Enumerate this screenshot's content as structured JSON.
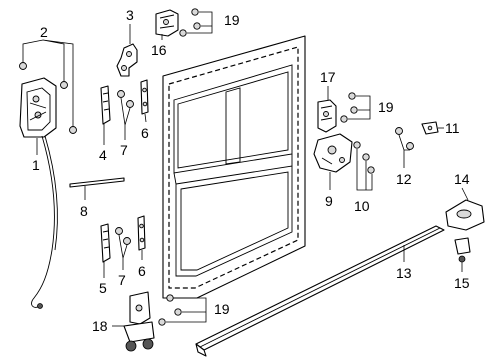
{
  "callouts": {
    "c1": "1",
    "c2": "2",
    "c3": "3",
    "c4": "4",
    "c5": "5",
    "c6a": "6",
    "c6b": "6",
    "c7a": "7",
    "c7b": "7",
    "c8": "8",
    "c9": "9",
    "c10": "10",
    "c11": "11",
    "c12": "12",
    "c13": "13",
    "c14": "14",
    "c15": "15",
    "c16": "16",
    "c17": "17",
    "c18": "18",
    "c19a": "19",
    "c19b": "19",
    "c19c": "19"
  }
}
